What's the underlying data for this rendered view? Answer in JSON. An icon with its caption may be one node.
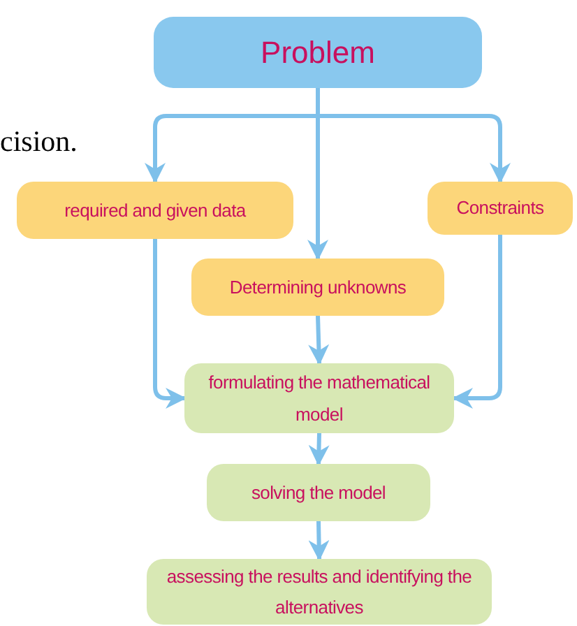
{
  "diagram": {
    "nodes": [
      {
        "text": [
          "Problem"
        ]
      },
      {
        "text": [
          "required and given data"
        ]
      },
      {
        "text": [
          "Constraints"
        ]
      },
      {
        "text": [
          "Determining unknowns"
        ]
      },
      {
        "text": [
          "formulating the mathematical model"
        ]
      },
      {
        "text": [
          "solving the model"
        ]
      },
      {
        "text": [
          "assessing the results and identifying the alternatives"
        ]
      }
    ],
    "edges": [
      {
        "from": 0,
        "to": 1,
        "arrow": "to"
      },
      {
        "from": 0,
        "to": 3,
        "arrow": "to"
      },
      {
        "from": 0,
        "to": 2,
        "arrow": "to"
      },
      {
        "from": 1,
        "to": 4,
        "arrow": "to"
      },
      {
        "from": 3,
        "to": 4,
        "arrow": "to"
      },
      {
        "from": 2,
        "to": 4,
        "arrow": "to"
      },
      {
        "from": 4,
        "to": 5,
        "arrow": "to"
      },
      {
        "from": 5,
        "to": 6,
        "arrow": "to"
      }
    ],
    "labels": [
      "cision."
    ]
  }
}
